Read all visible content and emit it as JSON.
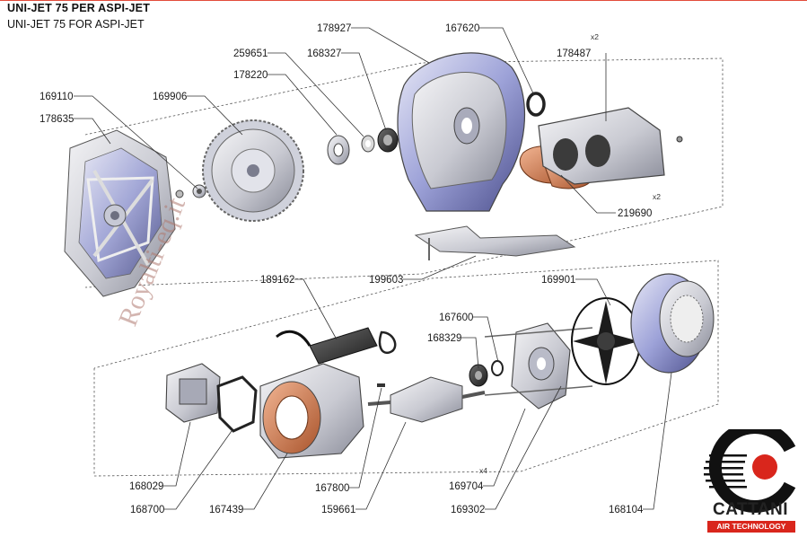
{
  "title": {
    "main": "UNI-JET 75 PER ASPI-JET",
    "sub": "UNI-JET 75 FOR ASPI-JET"
  },
  "parts": {
    "p169110": "169110",
    "p178635": "178635",
    "p169906": "169906",
    "p178220": "178220",
    "p259651": "259651",
    "p168327": "168327",
    "p178927": "178927",
    "p167620": "167620",
    "p178487": "178487",
    "p219690": "219690",
    "p199603": "199603",
    "p189162": "189162",
    "p167600": "167600",
    "p168329": "168329",
    "p169901": "169901",
    "p168029": "168029",
    "p168700": "168700",
    "p167439": "167439",
    "p167800": "167800",
    "p159661": "159661",
    "p169704": "169704",
    "p169302": "169302",
    "p168104": "168104"
  },
  "quantities": {
    "q178487": "x2",
    "q219690": "x2",
    "q169704": "x4"
  },
  "watermark": "Royalti-eq.it",
  "logo": {
    "brand": "CATTANI",
    "tagline": "AIR TECHNOLOGY",
    "accent_color": "#d9261c"
  }
}
